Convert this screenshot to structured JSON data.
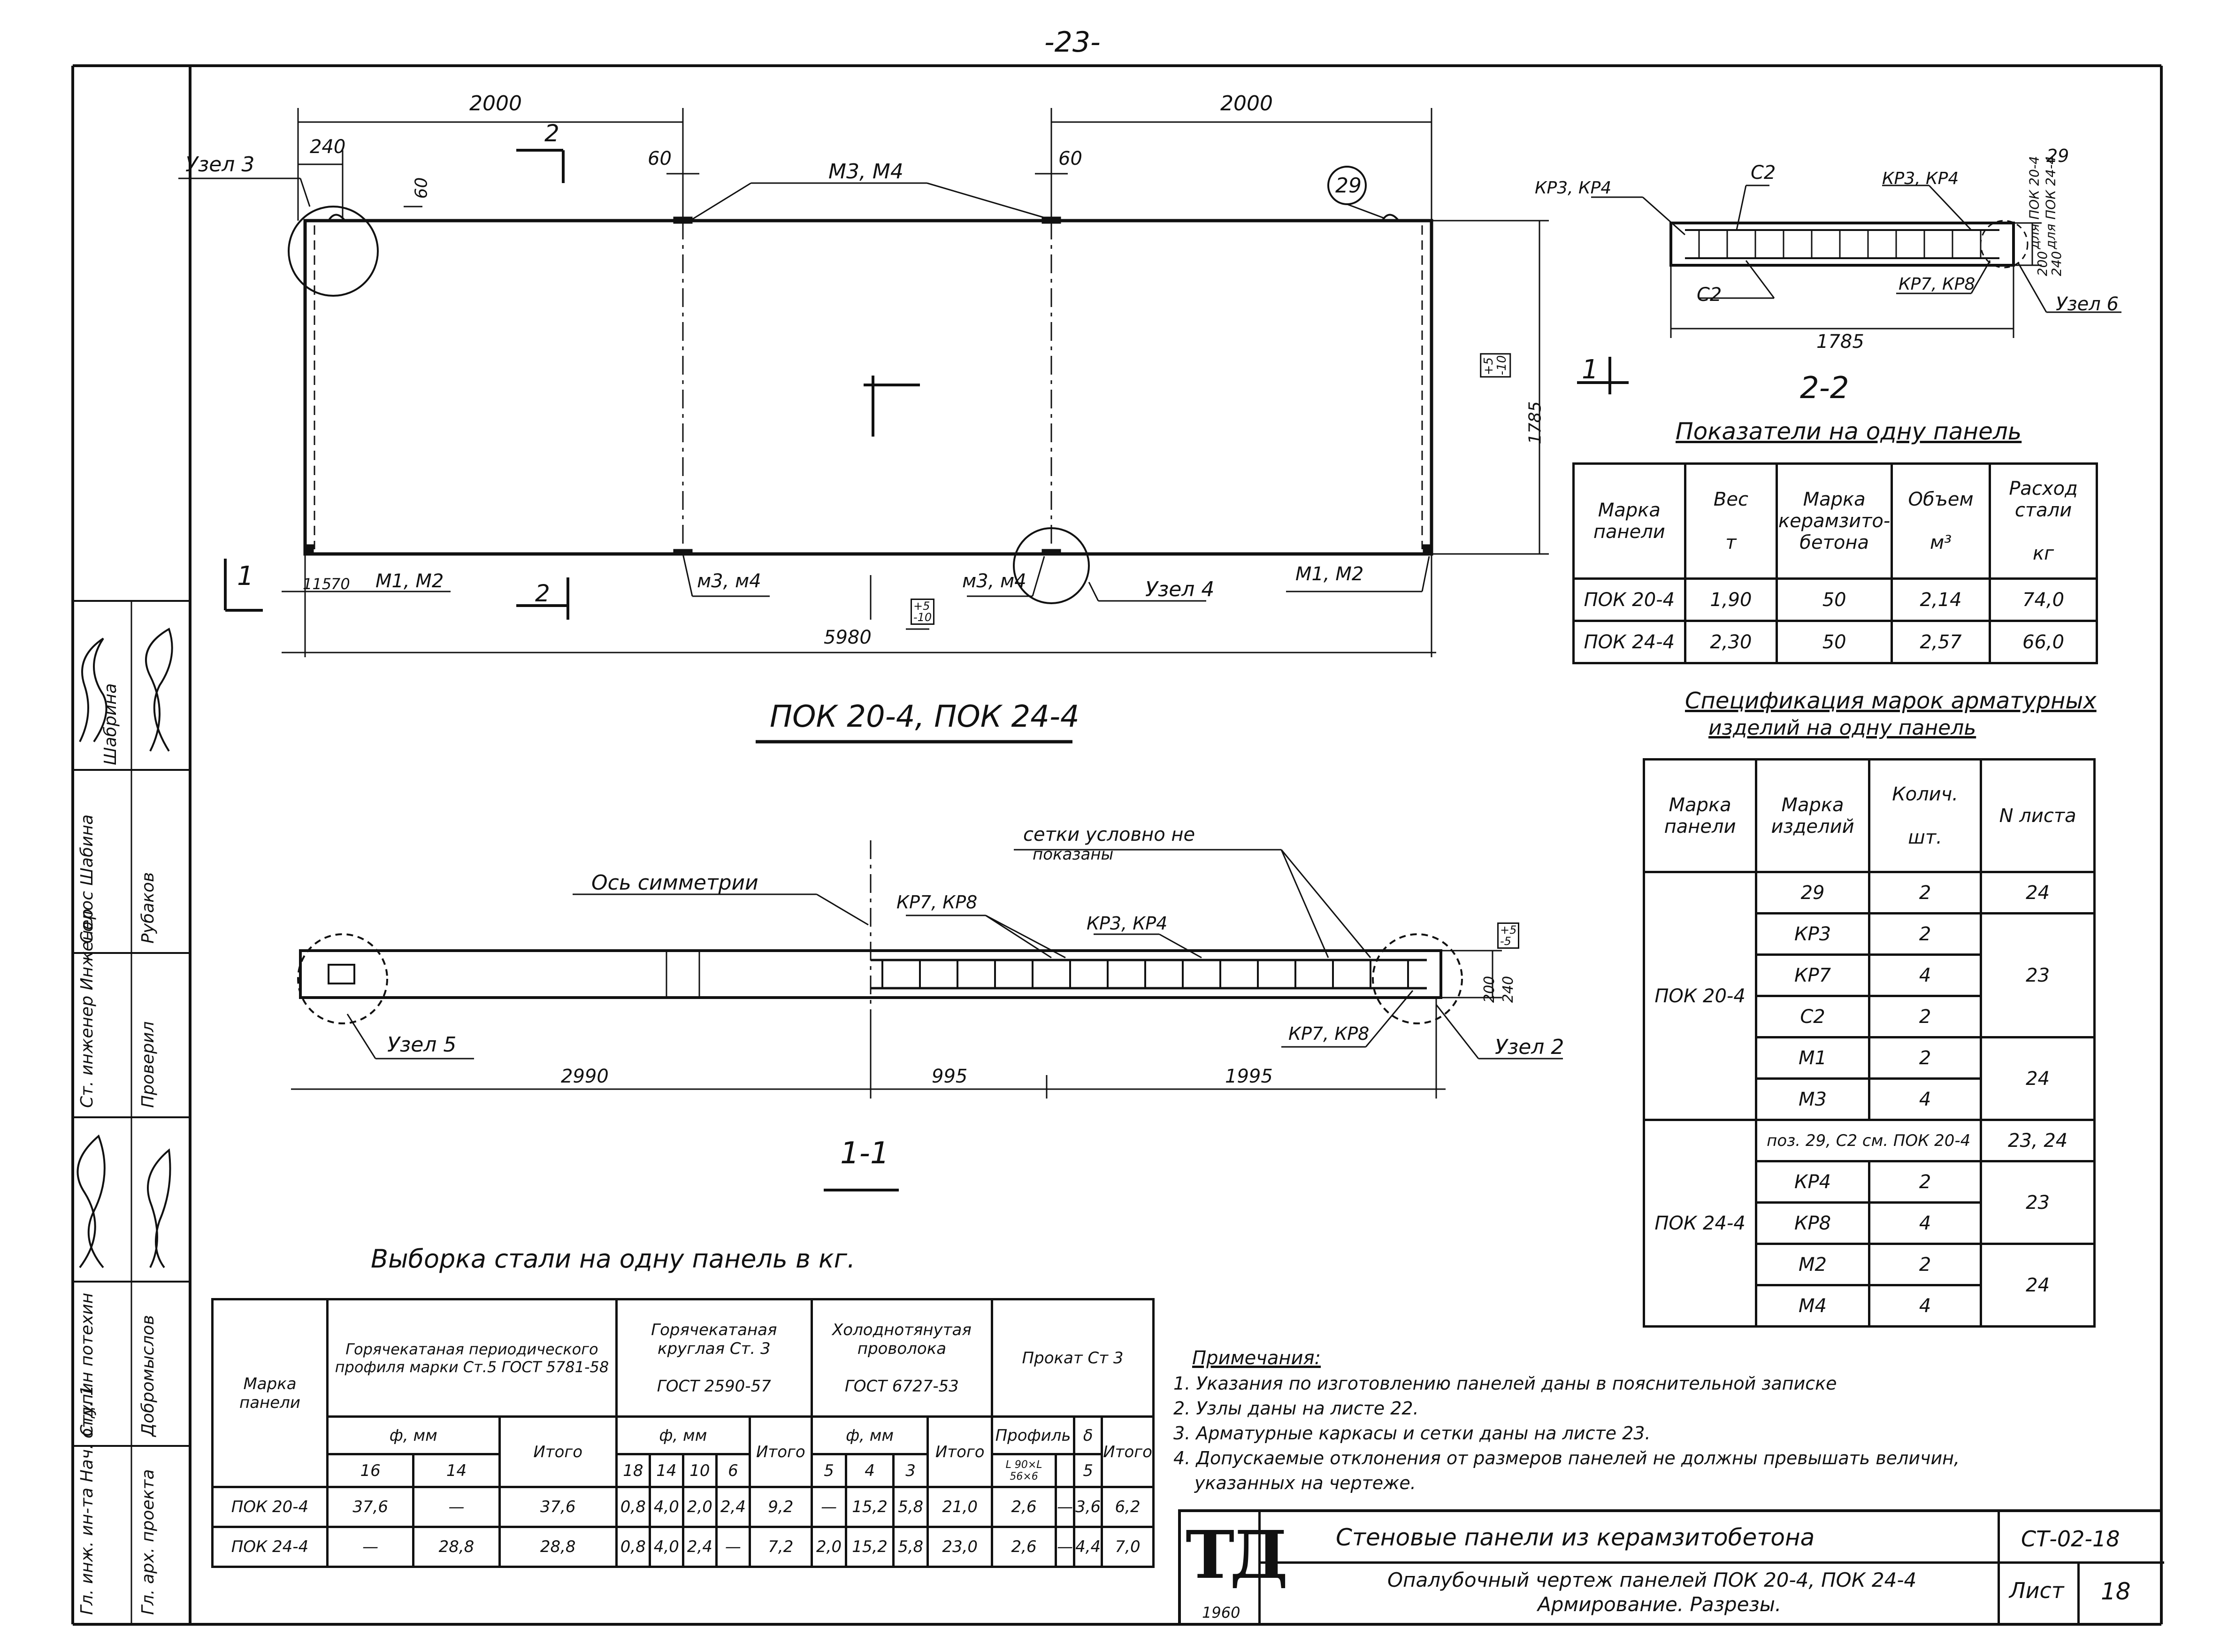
{
  "page_number": "-23-",
  "main_view": {
    "title": "ПОК 20-4, ПОК 24-4",
    "dims": {
      "top_left": "2000",
      "top_right": "2000",
      "d240": "240",
      "d60_a": "60",
      "d60_b": "60",
      "d60_c": "60",
      "height": "1785",
      "bottom_total": "5980",
      "d115": "115",
      "d70": "70",
      "tol_top": "+5",
      "tol_bot": "-10",
      "tol_v_top": "+5",
      "tol_v_bot": "-10"
    },
    "labels": {
      "uzel3": "Узел 3",
      "section2_top": "2",
      "m3m4_top": "М3, М4",
      "marker29": "29",
      "m3m4_bl": "м3, м4",
      "m3m4_bc": "м3, м4",
      "uzel4": "Узел 4",
      "m1m2_l": "М1, М2",
      "m1m2_r": "М1, М2",
      "section1_left": "1",
      "section2_bot": "2",
      "section1_right": "1"
    }
  },
  "section_2_2": {
    "title": "2-2",
    "labels": {
      "kr3": "КР3, КР4",
      "c2_top": "С2",
      "kr3_r": "КР3, КР4",
      "c2_bot": "С2",
      "kr7": "КР7, КР8",
      "uzel6": "Узел 6",
      "marker": "29",
      "width": "1785",
      "d200": "200",
      "d240": "240",
      "for20": "для ПОК 20-4",
      "for24": "для ПОК 24-4"
    }
  },
  "section_1_1": {
    "title": "1-1",
    "labels": {
      "axis": "Ось симметрии",
      "nets": "сетки условно не",
      "nets2": "показаны",
      "kr7_top": "КР7, КР8",
      "kr3_top": "КР3, КР4",
      "uzel5": "Узел 5",
      "kr7_bot": "КР7, КР8",
      "uzel2": "Узел 2",
      "tol_top": "+5",
      "tol_bot": "-5",
      "d200": "200",
      "d240": "240"
    },
    "dims": [
      "2990",
      "995",
      "1995"
    ]
  },
  "indicators": {
    "title": "Показатели на одну панель",
    "headers": [
      "Марка панели",
      "Вес",
      "Марка керамзито-бетона",
      "Объем",
      "Расход стали"
    ],
    "units": [
      "",
      "т",
      "",
      "м³",
      "кг"
    ],
    "rows": [
      [
        "ПОК 20-4",
        "1,90",
        "50",
        "2,14",
        "74,0"
      ],
      [
        "ПОК 24-4",
        "2,30",
        "50",
        "2,57",
        "66,0"
      ]
    ]
  },
  "specification": {
    "title_1": "Спецификация марок арматурных",
    "title_2": "изделий на одну панель",
    "headers": [
      "Марка панели",
      "Марка изделий",
      "Колич.",
      "N листа"
    ],
    "qty_unit": "шт.",
    "group1": {
      "panel": "ПОК 20-4",
      "rows": [
        [
          "29",
          "2"
        ],
        [
          "КР3",
          "2"
        ],
        [
          "КР7",
          "4"
        ],
        [
          "С2",
          "2"
        ],
        [
          "М1",
          "2"
        ],
        [
          "М3",
          "4"
        ]
      ],
      "sheets": [
        "24",
        "23",
        "24"
      ]
    },
    "group2": {
      "panel": "ПОК 24-4",
      "rows": [
        [
          "поз. 29, С2 см. ПОК 20-4",
          ""
        ],
        [
          "КР4",
          "2"
        ],
        [
          "КР8",
          "4"
        ],
        [
          "М2",
          "2"
        ],
        [
          "М4",
          "4"
        ]
      ],
      "sheets": [
        "23, 24",
        "23",
        "24"
      ]
    }
  },
  "steel": {
    "title": "Выборка стали на одну панель в кг.",
    "h_mark": "Марка панели",
    "h_g1": "Горячекатаная периодического профиля марки Ст.5 ГОСТ 5781-58",
    "h_g2": "Горячекатаная круглая Ст. 3",
    "h_g2b": "ГОСТ 2590-57",
    "h_g3": "Холоднотянутая проволока",
    "h_g3b": "ГОСТ 6727-53",
    "h_g4": "Прокат Ст 3",
    "phi_mm": "ф, мм",
    "itogo": "Итого",
    "profil": "Профиль",
    "delta": "δ",
    "sub_g1": [
      "16",
      "14"
    ],
    "sub_g2": [
      "18",
      "14",
      "10",
      "6"
    ],
    "sub_g3": [
      "5",
      "4",
      "3"
    ],
    "sub_g4_profile": "L 90×L 56×6",
    "sub_g4_delta": "5",
    "rows": [
      [
        "ПОК 20-4",
        "37,6",
        "—",
        "37,6",
        "0,8",
        "4,0",
        "2,0",
        "2,4",
        "9,2",
        "—",
        "15,2",
        "5,8",
        "21,0",
        "2,6",
        "—",
        "3,6",
        "6,2"
      ],
      [
        "ПОК 24-4",
        "—",
        "28,8",
        "28,8",
        "0,8",
        "4,0",
        "2,4",
        "—",
        "7,2",
        "2,0",
        "15,2",
        "5,8",
        "23,0",
        "2,6",
        "—",
        "4,4",
        "7,0"
      ]
    ]
  },
  "notes": {
    "title": "Примечания:",
    "items": [
      "1. Указания по изготовлению панелей даны в пояснительной записке",
      "2. Узлы даны на листе 22.",
      "3. Арматурные каркасы и сетки даны на листе 23.",
      "4. Допускаемые отклонения от размеров панелей не должны превышать величин,",
      "указанных на чертеже."
    ]
  },
  "stamp": {
    "logo": "ТД",
    "year": "1960",
    "title": "Стеновые панели из керамзитобетона",
    "subtitle_1": "Опалубочный чертеж панелей ПОК 20-4, ПОК 24-4",
    "subtitle_2": "Армирование. Разрезы.",
    "code": "СТ-02-18",
    "sheet_label": "Лист",
    "sheet_no": "18"
  },
  "side_block": [
    {
      "role": "Гл. инж. ин-та Нач. отд. 1",
      "name": ""
    },
    {
      "role": "Гл. арх. проекта",
      "name": ""
    },
    {
      "role": "Ступин потехин",
      "name": "Добромыслов"
    },
    {
      "role": "Ст. инженер Инженер",
      "name": "Проверил"
    },
    {
      "role": "Солос Шабина",
      "name": "Рубаков"
    },
    {
      "role": "",
      "name": "Шабрина"
    }
  ]
}
